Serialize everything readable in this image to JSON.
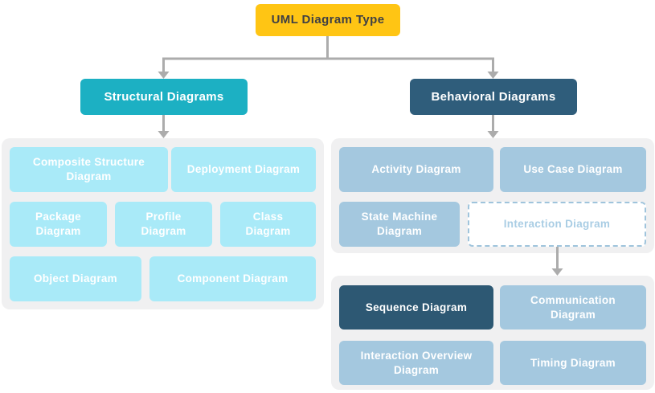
{
  "root": {
    "label": "UML Diagram Type"
  },
  "structural": {
    "label": "Structural Diagrams",
    "items": [
      {
        "label": "Composite Structure\nDiagram"
      },
      {
        "label": "Deployment Diagram"
      },
      {
        "label": "Package\nDiagram"
      },
      {
        "label": "Profile\nDiagram"
      },
      {
        "label": "Class\nDiagram"
      },
      {
        "label": "Object Diagram"
      },
      {
        "label": "Component Diagram"
      }
    ]
  },
  "behavioral": {
    "label": "Behavioral Diagrams",
    "items": [
      {
        "label": "Activity Diagram"
      },
      {
        "label": "Use Case Diagram"
      },
      {
        "label": "State Machine\nDiagram"
      },
      {
        "label": "Interaction Diagram",
        "variant": "dashed"
      }
    ]
  },
  "interaction": {
    "items": [
      {
        "label": "Sequence Diagram",
        "variant": "highlight"
      },
      {
        "label": "Communication\nDiagram"
      },
      {
        "label": "Interaction Overview\nDiagram"
      },
      {
        "label": "Timing Diagram"
      }
    ]
  },
  "colors": {
    "root_bg": "#FFC514",
    "root_text": "#3F4045",
    "structural_bg": "#1CB0C3",
    "behavioral_bg": "#2F5D7B",
    "structural_item_bg": "#A9EAF8",
    "behavioral_item_bg": "#A4C8DF",
    "highlight_item_bg": "#2D5873",
    "group_bg": "#F0F0F1",
    "connector": "#ACACAC",
    "dashed_border": "#9FC4DC",
    "dashed_text": "#A9CDE4",
    "item_text": "#FFFFFF"
  }
}
